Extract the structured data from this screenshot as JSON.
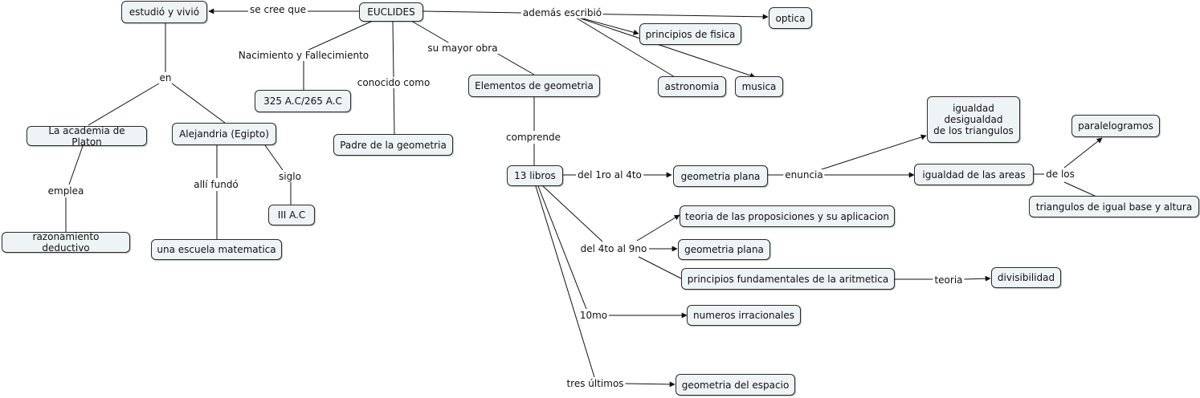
{
  "nodes": {
    "euclides": "EUCLIDES",
    "estudio": "estudió y vivió",
    "optica": "optica",
    "principios_fisica": "principios de fisica",
    "astronomia": "astronomia",
    "musica": "musica",
    "fechas": "325 A.C/265 A.C",
    "padre": "Padre de la geometria",
    "elementos": "Elementos de geometria",
    "academia": "La academia de Platon",
    "alejandria": "Alejandria (Egipto)",
    "razonamiento": "razonamiento deductivo",
    "escuela": "una escuela matematica",
    "iii_ac": "III A.C",
    "trece_libros": "13 libros",
    "geometria_plana_1": "geometria plana",
    "igualdad_desigualdad": "igualdad\ndesigualdad\nde los triangulos",
    "igualdad_areas": "igualdad de las areas",
    "paralelogramos": "paralelogramos",
    "triangulos_base": "triangulos de igual base y altura",
    "teoria_proposiciones": "teoria de las proposiciones y su aplicacion",
    "geometria_plana_2": "geometria plana",
    "principios_aritmetica": "principios fundamentales de la aritmetica",
    "divisibilidad": "divisibilidad",
    "numeros_irracionales": "numeros irracionales",
    "geometria_espacio": "geometria del espacio"
  },
  "labels": {
    "se_cree_que": "se cree que",
    "ademas_escribio": "además escribió",
    "nacimiento": "Nacimiento y Fallecimiento",
    "conocido_como": "conocido como",
    "su_mayor_obra": "su mayor obra",
    "en": "en",
    "emplea": "emplea",
    "alli_fundo": "allí fundó",
    "siglo": "siglo",
    "comprende": "comprende",
    "del_1ro_4to": "del 1ro al 4to",
    "enuncia": "enuncia",
    "de_los": "de los",
    "del_4to_9no": "del 4to al 9no",
    "teoria": "teoria",
    "decimo": "10mo",
    "tres_ultimos": "tres últimos"
  }
}
